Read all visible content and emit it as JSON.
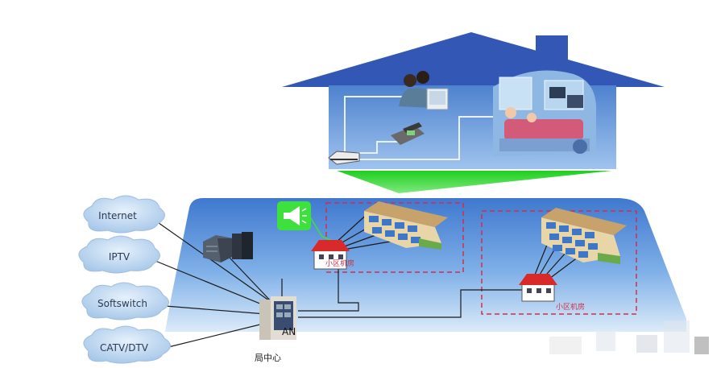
{
  "clouds": [
    {
      "label": "Internet"
    },
    {
      "label": "IPTV"
    },
    {
      "label": "Softswitch"
    },
    {
      "label": "CATV/DTV"
    }
  ],
  "an_label": "AN",
  "central_office_label": "局中心",
  "room_labels": [
    "小区机房",
    "小区机房"
  ],
  "colors": {
    "roof": "#3357b5",
    "house_wall": "#5b8fd6",
    "platform": "#4d84d6",
    "green_beam": "#2bd62b",
    "cloud": "#b9d4ef",
    "dashed_box": "#d0304a",
    "lines": "#1a1a1a"
  },
  "icons": [
    "users-at-pc-icon",
    "telephone-icon",
    "living-room-tv-icon",
    "modem-icon",
    "server-rack-icon",
    "loudspeaker-icon",
    "central-office-building-icon",
    "small-house-icon",
    "apartment-block-icon"
  ]
}
